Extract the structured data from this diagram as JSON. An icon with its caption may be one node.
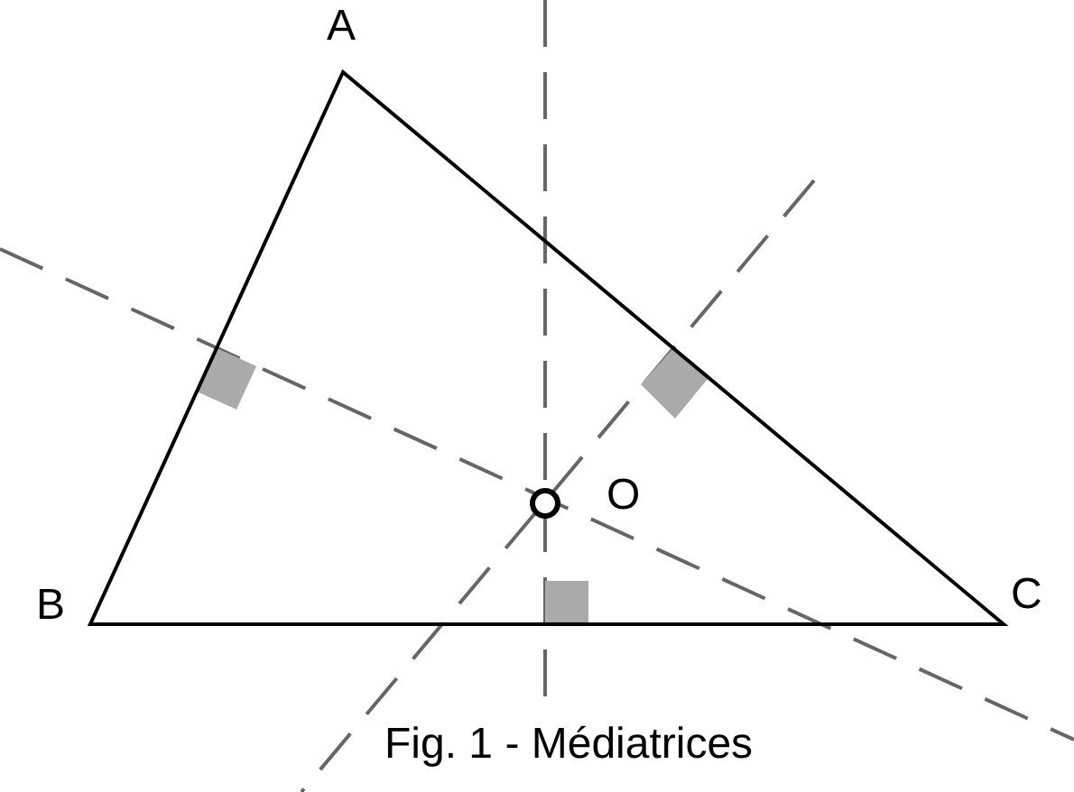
{
  "diagram": {
    "caption": "Fig. 1 - Médiatrices",
    "labels": [
      "A",
      "B",
      "C",
      "O"
    ]
  }
}
